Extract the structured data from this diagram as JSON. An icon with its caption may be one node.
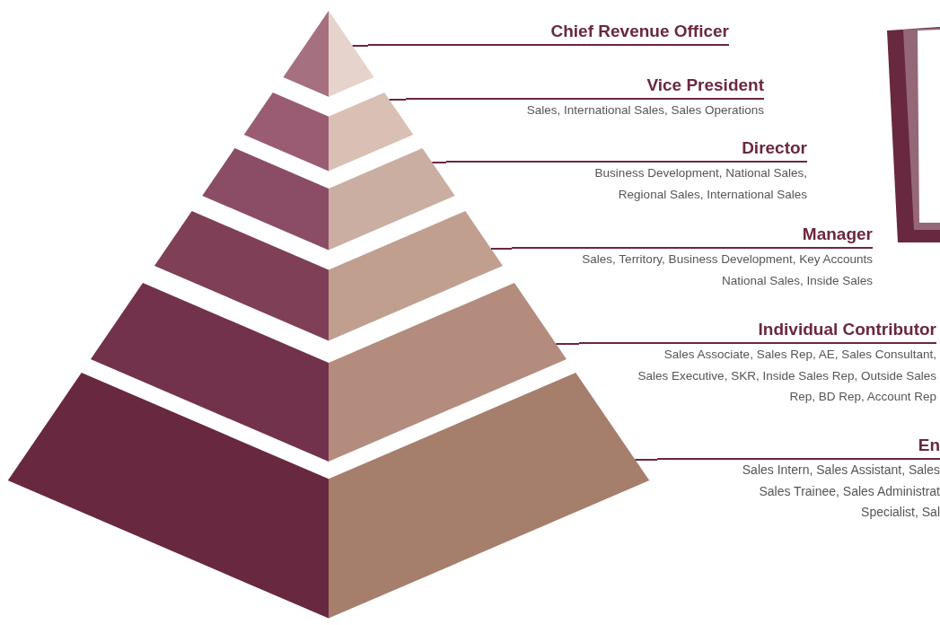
{
  "diagram": {
    "nodes": [
      {
        "text": [],
        "shape": "triangle"
      },
      {
        "text": [],
        "shape": "trapezoid"
      },
      {
        "text": [],
        "shape": "trapezoid"
      },
      {
        "text": [],
        "shape": "trapezoid"
      },
      {
        "text": [],
        "shape": "trapezoid"
      },
      {
        "text": [],
        "shape": "trapezoid"
      },
      {
        "text": [
          "Chief Revenue Officer"
        ]
      },
      {
        "text": [
          "Vice President",
          "Sales, International Sales, Sales Operations"
        ]
      },
      {
        "text": [
          "Director",
          "Business Development, National Sales, Regional Sales, International Sales"
        ]
      },
      {
        "text": [
          "Manager",
          "Sales, Territory, Business Development, Key Accounts National Sales, Inside Sales"
        ]
      },
      {
        "text": [
          "Individual Contributor",
          "Sales Associate, Sales Rep, AE, Sales Consultant, Sales Executive, SKR, Inside Sales Rep, Outside Sales Rep, BD Rep, Account Rep"
        ]
      },
      {
        "text": [
          "En",
          "Sales Intern, Sales Assistant, Sales",
          "Sales Trainee, Sales Administrat",
          "Specialist, Sal"
        ]
      }
    ],
    "edges": [
      {
        "from": 6,
        "to": 0,
        "arrow": "none"
      },
      {
        "from": 7,
        "to": 1,
        "arrow": "none"
      },
      {
        "from": 8,
        "to": 2,
        "arrow": "none"
      },
      {
        "from": 9,
        "to": 3,
        "arrow": "none"
      },
      {
        "from": 10,
        "to": 4,
        "arrow": "none"
      },
      {
        "from": 11,
        "to": 5,
        "arrow": "none"
      }
    ]
  }
}
